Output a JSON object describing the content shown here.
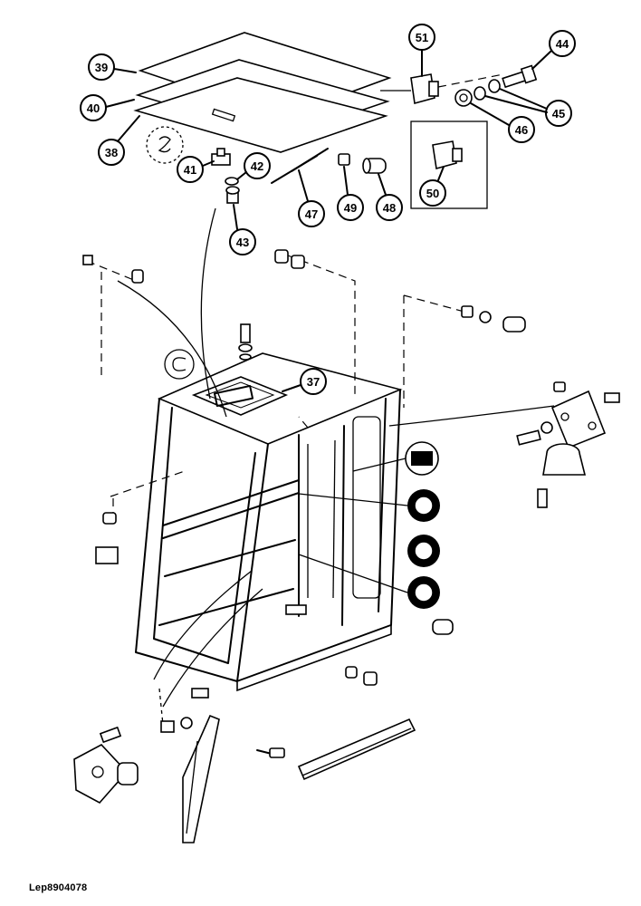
{
  "callouts": {
    "c39": "39",
    "c40": "40",
    "c38": "38",
    "c41": "41",
    "c42": "42",
    "c43": "43",
    "c47": "47",
    "c49": "49",
    "c48": "48",
    "c51": "51",
    "c44": "44",
    "c45": "45",
    "c46": "46",
    "c50": "50",
    "c37": "37"
  },
  "reference_code": "Lep8904078",
  "colors": {
    "ink": "#000000",
    "paper": "#ffffff"
  }
}
